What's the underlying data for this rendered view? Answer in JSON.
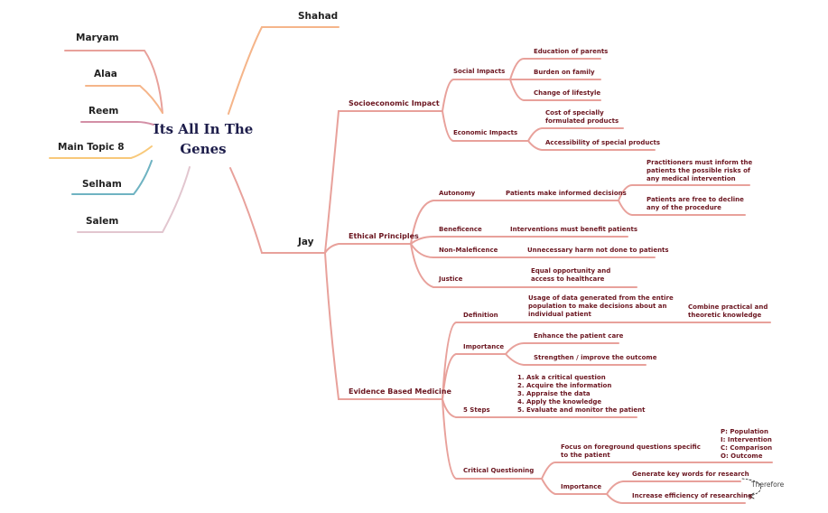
{
  "central": {
    "title": "Its All In The Genes"
  },
  "topics": {
    "shahad": "Shahad",
    "maryam": "Maryam",
    "alaa": "Alaa",
    "reem": "Reem",
    "main8": "Main Topic 8",
    "selham": "Selham",
    "salem": "Salem",
    "jay": "Jay"
  },
  "socio": {
    "label": "Socioeconomic Impact",
    "social": {
      "label": "Social Impacts",
      "items": [
        "Education of parents",
        "Burden on family",
        "Change of lifestyle"
      ]
    },
    "economic": {
      "label": "Economic Impacts",
      "items": [
        "Cost of specially\nformulated products",
        "Accessibility of special products"
      ]
    }
  },
  "ethical": {
    "label": "Ethical Principles",
    "autonomy": {
      "label": "Autonomy",
      "detail": "Patients make informed decisions",
      "items": [
        "Practitioners must inform the\npatients the possible risks of\nany medical intervention",
        "Patients are free to decline\nany of the procedure"
      ]
    },
    "beneficence": {
      "label": "Beneficence",
      "detail": "Interventions must benefit patients"
    },
    "nonmal": {
      "label": "Non-Maleficence",
      "detail": "Unnecessary harm not done to patients"
    },
    "justice": {
      "label": "Justice",
      "detail": "Equal opportunity and\naccess to healthcare"
    }
  },
  "ebm": {
    "label": "Evidence Based Medicine",
    "definition": {
      "label": "Definition",
      "detail": "Usage of data generated from the entire\npopulation to make decisions about an\nindividual patient",
      "sub": "Combine practical and\ntheoretic knowledge"
    },
    "importance": {
      "label": "Importance",
      "items": [
        "Enhance the patient care",
        "Strengthen / improve the outcome"
      ]
    },
    "steps": {
      "label": "5 Steps",
      "detail": "1. Ask a critical question\n2. Acquire the information\n3.  Appraise the data\n4. Apply the knowledge\n5. Evaluate and monitor the patient"
    },
    "critical": {
      "label": "Critical Questioning",
      "focus": "Focus on foreground questions specific\nto the patient",
      "pico": "P: Population\nI: Intervention\nC: Comparison\nO: Outcome",
      "importance": {
        "label": "Importance",
        "items": [
          "Generate key words for research",
          "Increase efficiency of researching"
        ]
      },
      "relation": "Therefore"
    }
  },
  "colors": {
    "jay": "#e8a19b",
    "shahad": "#f5b58a",
    "maryam": "#e8a19b",
    "alaa": "#f5b58a",
    "reem": "#d38fa6",
    "main8": "#f8c97a",
    "selham": "#6fb3c2",
    "salem": "#e2c6cf"
  }
}
